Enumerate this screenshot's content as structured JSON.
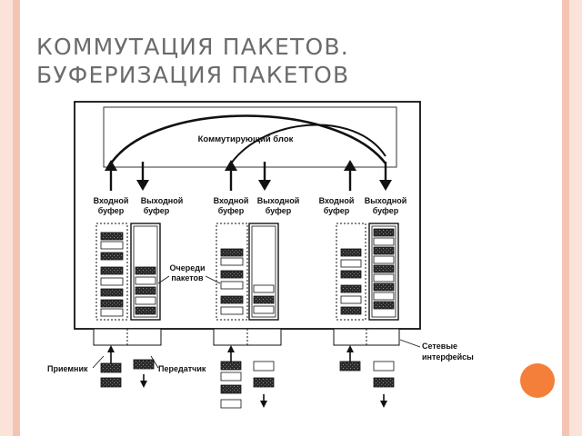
{
  "slide": {
    "title_line1": "КОММУТАЦИЯ ПАКЕТОВ.",
    "title_line2": "БУФЕРИЗАЦИЯ ПАКЕТОВ"
  },
  "diagram": {
    "switching_block": "Коммутирующий блок",
    "input_buffer_line1": "Входной",
    "output_buffer_line1": "Выходной",
    "buffer_line2": "буфер",
    "packet_queues_line1": "Очереди",
    "packet_queues_line2": "пакетов",
    "receiver": "Приемник",
    "transmitter": "Передатчик",
    "network_interfaces_line1": "Сетевые",
    "network_interfaces_line2": "интерфейсы"
  }
}
